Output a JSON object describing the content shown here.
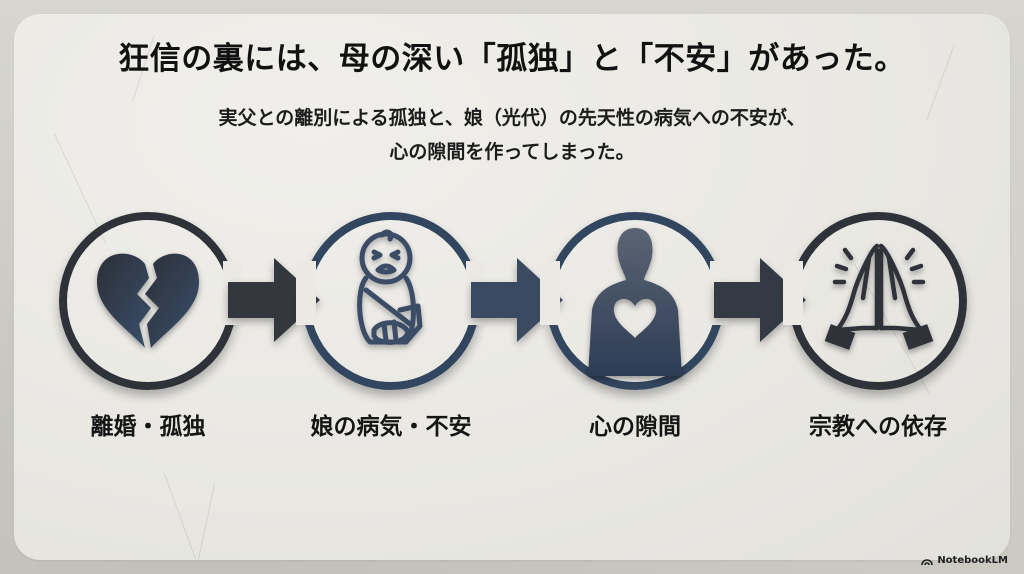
{
  "slide": {
    "title": "狂信の裏には、母の深い「孤独」と「不安」があった。",
    "subtitle_lines": [
      "実父との離別による孤独と、娘（光代）の先天性の病気への不安が、",
      "心の隙間を作ってしまった。"
    ]
  },
  "flow": {
    "steps": [
      {
        "label": "離婚・孤独",
        "icon": "broken-heart-icon",
        "ring_color": "#2f3238"
      },
      {
        "label": "娘の病気・不安",
        "icon": "crying-baby-icon",
        "ring_color": "#33465f"
      },
      {
        "label": "心の隙間",
        "icon": "person-heart-hole-icon",
        "ring_color": "#33465f"
      },
      {
        "label": "宗教への依存",
        "icon": "praying-hands-icon",
        "ring_color": "#2f3238"
      }
    ],
    "arrows": [
      "arrow-right-icon",
      "arrow-right-icon",
      "arrow-right-icon"
    ],
    "colors": {
      "dark_metal": "#2f3238",
      "blue_metal": "#33465f",
      "icon_blue": "#3a4c66"
    }
  },
  "branding": {
    "label": "NotebookLM"
  }
}
